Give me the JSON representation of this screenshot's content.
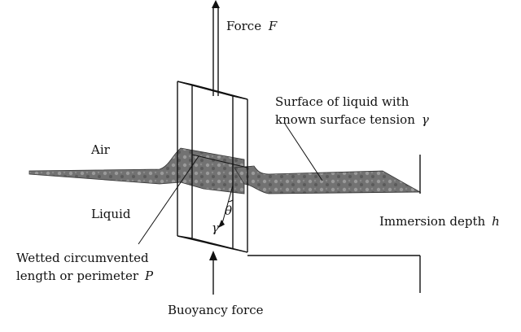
{
  "labels": {
    "force": "Force",
    "force_symbol": "F",
    "surface_line1": "Surface of liquid with",
    "surface_line2": "known surface tension",
    "gamma_symbol": "γ",
    "air": "Air",
    "liquid": "Liquid",
    "theta_symbol": "θ",
    "gamma_vector_symbol": "γ",
    "immersion_depth": "Immersion depth",
    "immersion_symbol": "h",
    "wetted_line1": "Wetted circumvented",
    "wetted_line2": "length or perimeter",
    "perimeter_symbol": "P",
    "buoyancy": "Buoyancy force"
  },
  "colors": {
    "liquid_surface": "#6e6e6e",
    "line": "#111111",
    "background": "#ffffff"
  }
}
